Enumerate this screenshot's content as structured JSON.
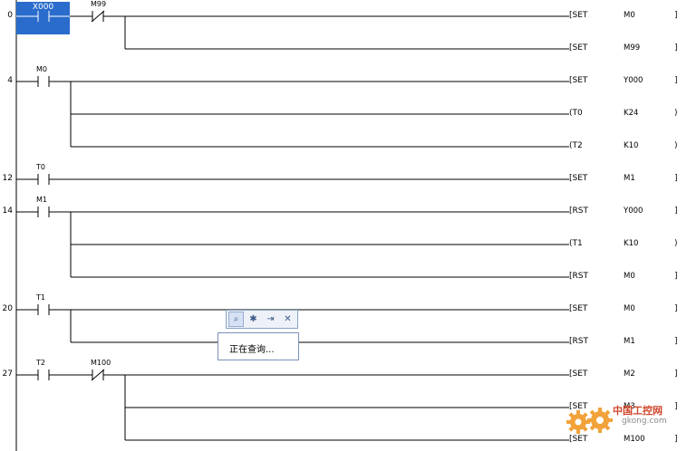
{
  "ladder": {
    "rungs": [
      {
        "step": "0",
        "contacts": [
          {
            "label": "X000",
            "type": "NO",
            "selected": true
          },
          {
            "label": "M99",
            "type": "NC"
          }
        ],
        "coils": [
          {
            "kw": "[SET",
            "arg": "M0",
            "end": "]"
          },
          {
            "kw": "[SET",
            "arg": "M99",
            "end": "]"
          }
        ]
      },
      {
        "step": "4",
        "contacts": [
          {
            "label": "M0",
            "type": "NO"
          }
        ],
        "coils": [
          {
            "kw": "[SET",
            "arg": "Y000",
            "end": "]"
          },
          {
            "kw": "(T0",
            "arg": "K24",
            "end": ")"
          },
          {
            "kw": "(T2",
            "arg": "K10",
            "end": ")"
          }
        ]
      },
      {
        "step": "12",
        "contacts": [
          {
            "label": "T0",
            "type": "NO"
          }
        ],
        "coils": [
          {
            "kw": "[SET",
            "arg": "M1",
            "end": "]"
          }
        ]
      },
      {
        "step": "14",
        "contacts": [
          {
            "label": "M1",
            "type": "NO"
          }
        ],
        "coils": [
          {
            "kw": "[RST",
            "arg": "Y000",
            "end": "]"
          },
          {
            "kw": "(T1",
            "arg": "K10",
            "end": ")"
          },
          {
            "kw": "[RST",
            "arg": "M0",
            "end": "]"
          }
        ]
      },
      {
        "step": "20",
        "contacts": [
          {
            "label": "T1",
            "type": "NO"
          }
        ],
        "coils": [
          {
            "kw": "[SET",
            "arg": "M0",
            "end": "]"
          },
          {
            "kw": "[RST",
            "arg": "M1",
            "end": "]"
          }
        ]
      },
      {
        "step": "27",
        "contacts": [
          {
            "label": "T2",
            "type": "NO"
          },
          {
            "label": "M100",
            "type": "NC"
          }
        ],
        "coils": [
          {
            "kw": "[SET",
            "arg": "M2",
            "end": "]"
          },
          {
            "kw": "[SET",
            "arg": "M3",
            "end": "]"
          },
          {
            "kw": "[SET",
            "arg": "M100",
            "end": "]"
          }
        ]
      }
    ]
  },
  "toolbar": {
    "buttons": [
      {
        "icon": "search-options-icon",
        "glyph": "⌕"
      },
      {
        "icon": "settings-icon",
        "glyph": "✱"
      },
      {
        "icon": "pin-icon",
        "glyph": "⇥"
      },
      {
        "icon": "close-icon",
        "glyph": "✕"
      }
    ]
  },
  "popup": {
    "text": "正在查询..."
  },
  "watermark": {
    "title": "中国工控网",
    "url": "gkong.com"
  },
  "colors": {
    "cursor": "#2a6ccc",
    "line": "#000000",
    "watermark": "#d0452a"
  }
}
